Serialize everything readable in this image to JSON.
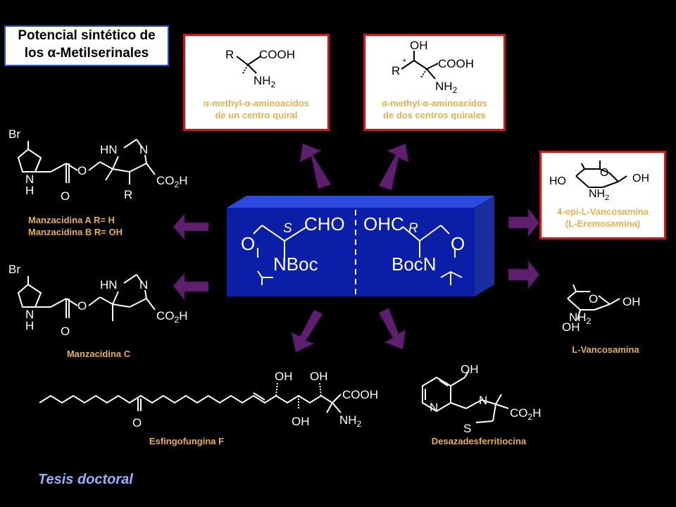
{
  "title": {
    "line1": "Potencial sintético de",
    "line2_prefix": "los ",
    "line2_alpha": "α",
    "line2_suffix": "-Metilserinales"
  },
  "boxes": {
    "one_center": {
      "line1": "α-methyl-α-aminoacidos",
      "line2": "de un centro quiral"
    },
    "two_centers": {
      "line1": "α-methyl-α-aminoacidos",
      "line2": "de dos centros quirales"
    },
    "epi_vancosamina": {
      "line1": "4-epi-L-Vancosamina",
      "line2": "(L-Eremosamina)"
    }
  },
  "captions": {
    "manzacidina_ab_1": "Manzacidina A R= H",
    "manzacidina_ab_2": "Manzacidina B R= OH",
    "manzacidina_c": "Manzacidina C",
    "vancosamina": "L-Vancosamina",
    "esfingofungina": "Esfingofungina F",
    "desazadesferritiocina": "Desazadesferritiocina"
  },
  "central": {
    "left": {
      "stereo": "S",
      "aldehyde": "CHO",
      "oxygen": "O",
      "nitrogen": "NBoc"
    },
    "right": {
      "stereo": "R",
      "aldehyde": "OHC",
      "oxygen": "O",
      "nitrogen": "BocN"
    }
  },
  "colors": {
    "accent_box": "#2a4bd6",
    "red_border": "#e01010",
    "arrow": "#5e1f6e",
    "block_front": "#0a1ea8",
    "caption": "#e8b04c"
  },
  "footer": "Tesis doctoral"
}
